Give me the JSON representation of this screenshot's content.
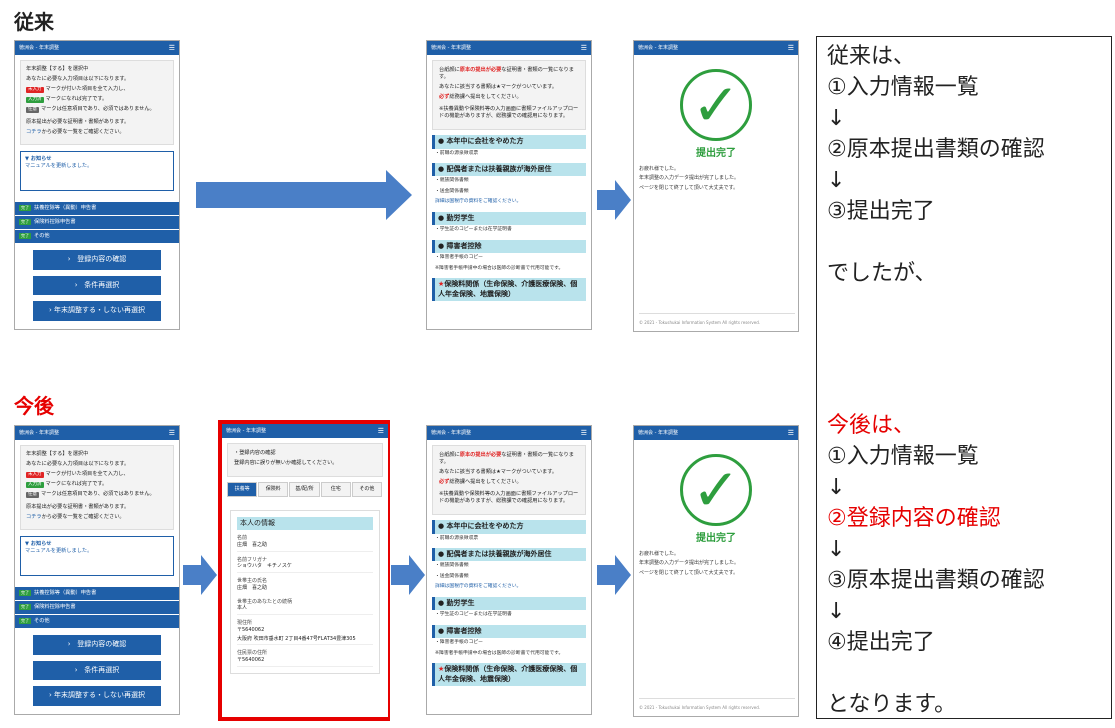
{
  "sections": {
    "before": "従来",
    "after": "今後"
  },
  "app": {
    "header": "徳洲会 - 年末調整",
    "menu_icon": "hamburger-icon"
  },
  "screen_list": {
    "lead": "年末調整【する】を選択中",
    "l1": "あなたに必要な入力項目は以下になります。",
    "badge1": "未入力",
    "l2": "マークが付いた項目を全て入力し、",
    "badge2": "入力済",
    "l3": "マークになれば完了です。",
    "badge3": "任意",
    "l4": "マークは任意項目であり、必須ではありません。",
    "l5": "原本提出が必要な証明書・書類があります。",
    "l6_link": "コチラ",
    "l6": "から必要な一覧をご確認ください。",
    "notice_title": "▼ お知らせ",
    "notice_body": "マニュアルを更新しました。",
    "tag": "完了",
    "items": [
      "扶養控除等（異動）申告書",
      "保険料控除申告書",
      "その他"
    ],
    "buttons": [
      "登録内容の確認",
      "条件再選択",
      "年末調整する・しない再選択"
    ]
  },
  "screen_docs": {
    "l1a": "台紙顔に",
    "l1b": "原本の提出が必要",
    "l1c": "な証明書・書類の一覧になります。",
    "l2": "あなたに該当する書類は★マークがついています。",
    "l3a": "必ず",
    "l3b": "総務課へ提出をしてください。",
    "l4": "※扶養異動や保険料等の入力画面に書類ファイルアップロードの機能がありますが、総務課での確認用になります。",
    "s1": "本年中に会社をやめた方",
    "s1a": "・前職の源泉徴収票",
    "s2": "配偶者または扶養親族が海外居住",
    "s2a": "・親族関係書類",
    "s2b": "・送金関係書類",
    "s2c": "詳細は国税庁の資料をご確認ください。",
    "s3": "勤労学生",
    "s3a": "・学生証のコピーまたは在学証明書",
    "s4": "障害者控除",
    "s4a": "・障害者手帳のコピー",
    "s4b": "※障害者手帳申請中の場合は医師の診断書で代用可能です。",
    "s5": "保険料関係（生命保険、介護医療保険、個人年金保険、地震保険）"
  },
  "screen_done": {
    "status": "提出完了",
    "t1": "お疲れ様でした。",
    "t2": "年末調整の入力データ提出が完了しました。",
    "t3": "ページを閉じて終了して頂いて大丈夫です。",
    "footer": "© 2021 - Tokushukai Information System All rights reserved."
  },
  "screen_confirm": {
    "l1": "・登録内容の確認",
    "l2": "登録内容に誤りが無いか確認してください。",
    "tabs": [
      "扶養等",
      "保険料",
      "基/配/所",
      "住宅",
      "その他"
    ],
    "card_title": "本人の情報",
    "fields": [
      {
        "label": "名前",
        "value": "庄畑　喜之助"
      },
      {
        "label": "名前フリガナ",
        "value": "ショウハタ　キチノスケ"
      },
      {
        "label": "世帯主の氏名",
        "value": "庄畑　喜之助"
      },
      {
        "label": "世帯主のあなたとの続柄",
        "value": "本人"
      },
      {
        "label": "現住所",
        "value": "〒5640062"
      },
      {
        "label": "",
        "value": "大阪府 吹田市垂水町 2丁目4番47号FLAT34豊津305"
      },
      {
        "label": "住民票の住所",
        "value": "〒5640062"
      }
    ]
  },
  "panel": {
    "old": [
      "従来は、",
      "①入力情報一覧",
      "↓",
      "②原本提出書類の確認",
      "↓",
      "③提出完了",
      "",
      "でしたが、"
    ],
    "new_head": "今後は、",
    "new": [
      "①入力情報一覧",
      "↓",
      "②登録内容の確認",
      "↓",
      "③原本提出書類の確認",
      "↓",
      "④提出完了",
      "",
      "となります。"
    ]
  },
  "colors": {
    "accent": "#1f5fa8",
    "highlight": "#e60000",
    "success": "#2e9e3e"
  }
}
